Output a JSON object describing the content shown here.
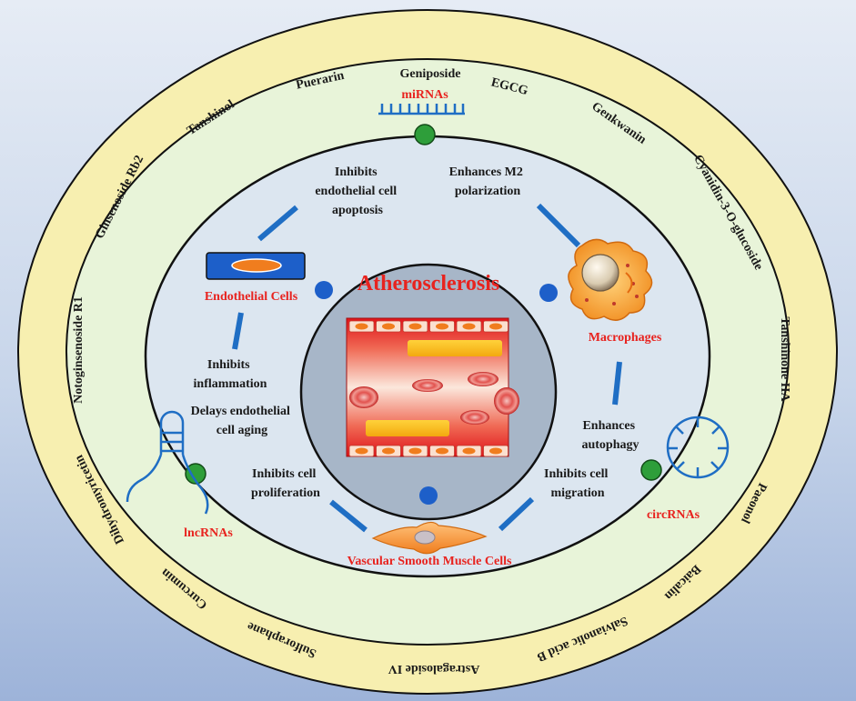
{
  "colors": {
    "background_top": "#dfe7f2",
    "background_bottom": "#9db3d9",
    "outer_ring": "#f7efb0",
    "middle_ring": "#e8f4d9",
    "inner_disc": "#dce6f0",
    "center_disc": "#a7b6c8",
    "connector": "#1f6ec4",
    "node_green": "#2e9e3a",
    "node_blue": "#1d5fc9",
    "label_red": "#e8231f"
  },
  "ring_compounds": [
    {
      "label": "Geniposide"
    },
    {
      "label": "EGCG"
    },
    {
      "label": "Genkwanin"
    },
    {
      "label": "Cyanidin-3-O-glucoside"
    },
    {
      "label": "Tanshinone IIA"
    },
    {
      "label": "Paeonol"
    },
    {
      "label": "Baicalin"
    },
    {
      "label": "Salvianolic acid B"
    },
    {
      "label": "Astragaloside IV"
    },
    {
      "label": "Sulforaphane"
    },
    {
      "label": "Curcumin"
    },
    {
      "label": "Dihydromyricetin"
    },
    {
      "label": "Notoginsenoside R1"
    },
    {
      "label": "Ginsenoside Rb2"
    },
    {
      "label": "Tanshinol"
    },
    {
      "label": "Puerarin"
    }
  ],
  "rna_labels": {
    "mirnas": "miRNAs",
    "lncrnas": "lncRNAs",
    "circrnas": "circRNAs"
  },
  "cells": {
    "endothelial": "Endothelial Cells",
    "macrophages": "Macrophages",
    "vsmc": "Vascular Smooth Muscle Cells"
  },
  "center_title": "Atherosclerosis",
  "effects": {
    "apoptosis": [
      "Inhibits",
      "endothelial cell",
      "apoptosis"
    ],
    "m2": [
      "Enhances M2",
      "polarization"
    ],
    "inflammation": [
      "Inhibits",
      "inflammation"
    ],
    "aging": [
      "Delays endothelial",
      "cell aging"
    ],
    "autophagy": [
      "Enhances",
      "autophagy"
    ],
    "proliferation": [
      "Inhibits cell",
      "proliferation"
    ],
    "migration": [
      "Inhibits cell",
      "migration"
    ]
  },
  "icons": [
    "mirna-comb-icon",
    "lncrna-hairpin-icon",
    "circrna-ring-icon",
    "endothelial-cell-icon",
    "macrophage-icon",
    "smooth-muscle-cell-icon",
    "blood-vessel-icon"
  ]
}
